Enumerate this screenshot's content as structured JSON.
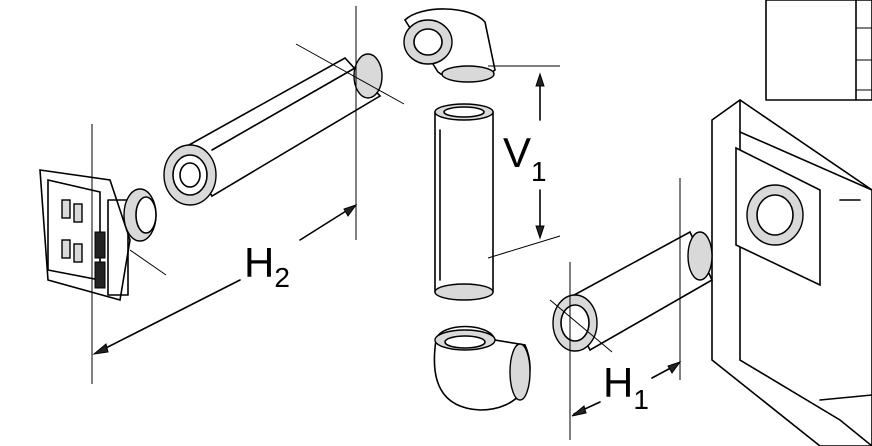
{
  "labels": {
    "h2": {
      "main": "H",
      "sub": "2"
    },
    "v1": {
      "main": "V",
      "sub": "1"
    },
    "h1": {
      "main": "H",
      "sub": "1"
    }
  },
  "colors": {
    "line": "#000000",
    "background": "#ffffff",
    "shade": "#d9d9d9"
  },
  "components": [
    {
      "name": "termination-cap-icon"
    },
    {
      "name": "horizontal-pipe-h2-icon"
    },
    {
      "name": "elbow-top-icon"
    },
    {
      "name": "vertical-pipe-v1-icon"
    },
    {
      "name": "elbow-bottom-icon"
    },
    {
      "name": "horizontal-pipe-h1-icon"
    },
    {
      "name": "appliance-icon"
    }
  ]
}
